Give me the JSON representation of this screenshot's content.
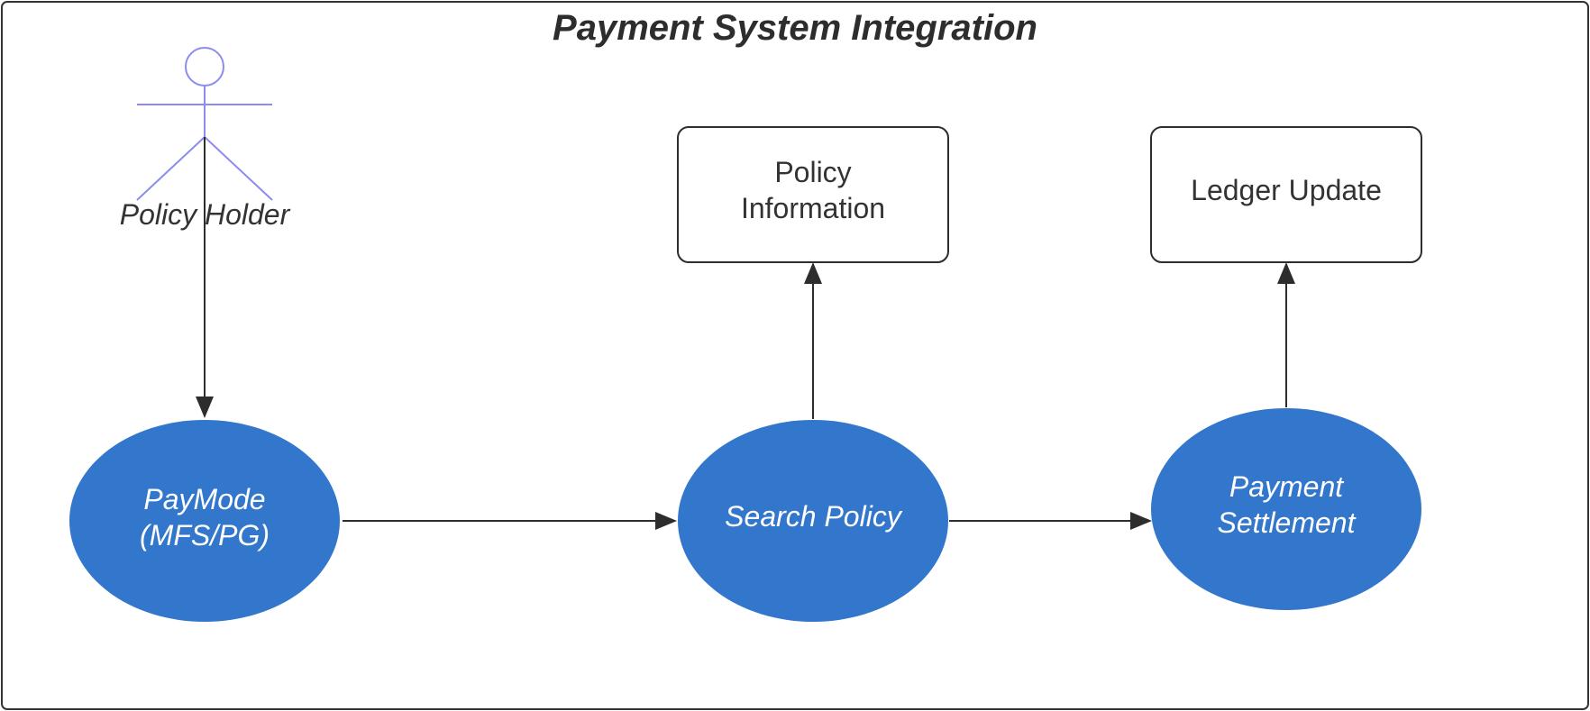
{
  "diagram": {
    "title": "Payment System Integration",
    "actor": {
      "label": "Policy Holder",
      "color": "#8c8cf0"
    },
    "nodes": {
      "paymode": {
        "lines": [
          "PayMode",
          "(MFS/PG)"
        ]
      },
      "search": {
        "lines": [
          "Search Policy"
        ]
      },
      "settlement": {
        "lines": [
          "Payment",
          "Settlement"
        ]
      },
      "policy_info": {
        "lines": [
          "Policy",
          "Information"
        ]
      },
      "ledger": {
        "lines": [
          "Ledger Update"
        ]
      }
    },
    "edges": [
      {
        "from": "actor",
        "to": "paymode"
      },
      {
        "from": "paymode",
        "to": "search"
      },
      {
        "from": "search",
        "to": "settlement"
      },
      {
        "from": "search",
        "to": "policy_info"
      },
      {
        "from": "settlement",
        "to": "ledger"
      }
    ],
    "colors": {
      "ellipse_fill": "#3277cc",
      "box_stroke": "#2d2d2d",
      "arrow": "#2d2d2d",
      "frame": "#333333"
    }
  }
}
